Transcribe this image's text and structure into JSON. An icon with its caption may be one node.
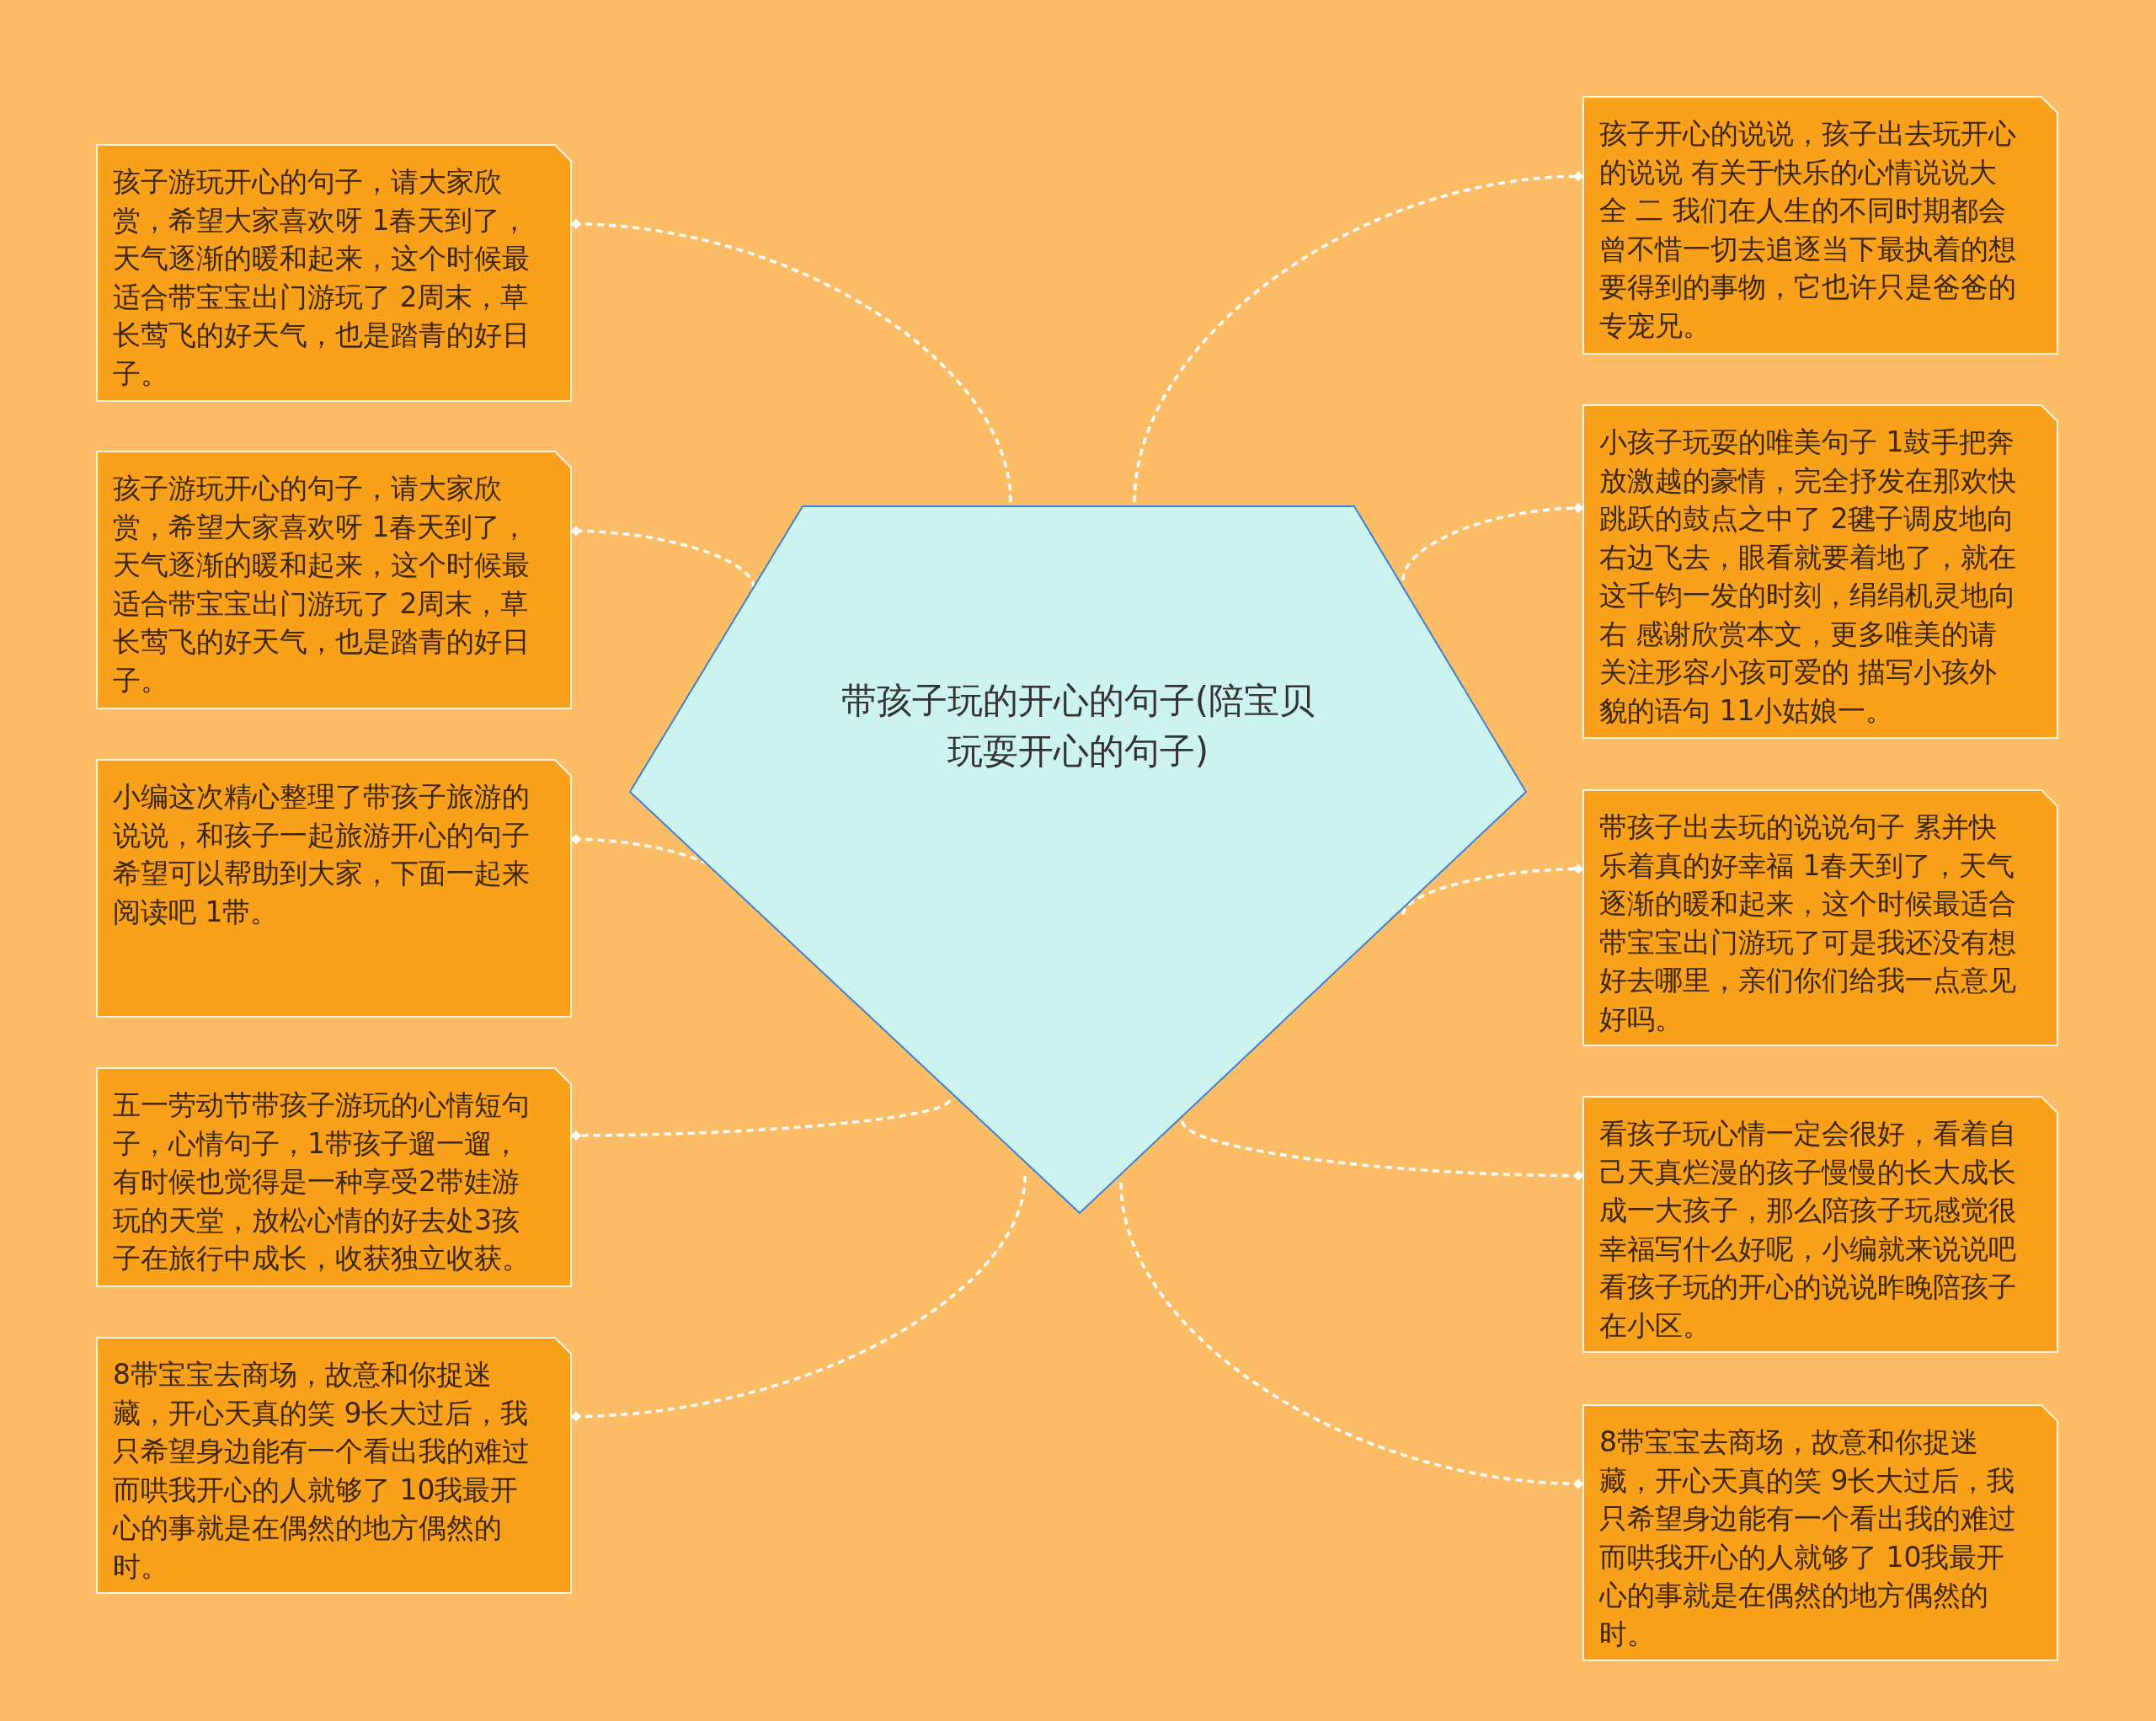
{
  "diagram": {
    "nodes": [
      {
        "text": [
          "带孩子玩的开心的句子(陪宝贝玩耍开心的句子)"
        ]
      },
      {
        "text": [
          "孩子游玩开心的句子，请大家欣赏，希望大家喜欢呀 1春天到了，天气逐渐的暖和起来，这个时候最适合带宝宝出门游玩了 2周末，草长莺飞的好天气，也是踏青的好日子。"
        ]
      },
      {
        "text": [
          "孩子游玩开心的句子，请大家欣赏，希望大家喜欢呀 1春天到了，天气逐渐的暖和起来，这个时候最适合带宝宝出门游玩了 2周末，草长莺飞的好天气，也是踏青的好日子。"
        ]
      },
      {
        "text": [
          "小编这次精心整理了带孩子旅游的说说，和孩子一起旅游开心的句子希望可以帮助到大家，下面一起来阅读吧 1带。"
        ]
      },
      {
        "text": [
          "五一劳动节带孩子游玩的心情短句子，心情句子，1带孩子遛一遛，有时候也觉得是一种享受2带娃游玩的天堂，放松心情的好去处3孩子在旅行中成长，收获独立收获。"
        ]
      },
      {
        "text": [
          "8带宝宝去商场，故意和你捉迷藏，开心天真的笑 9长大过后，我只希望身边能有一个看出我的难过而哄我开心的人就够了 10我最开心的事就是在偶然的地方偶然的时。"
        ]
      },
      {
        "text": [
          "孩子开心的说说，孩子出去玩开心的说说 有关于快乐的心情说说大全 二 我们在人生的不同时期都会曾不惜一切去追逐当下最执着的想要得到的事物，它也许只是爸爸的专宠兄。"
        ]
      },
      {
        "text": [
          "小孩子玩耍的唯美句子 1鼓手把奔放激越的豪情，完全抒发在那欢快跳跃的鼓点之中了 2毽子调皮地向右边飞去，眼看就要着地了，就在这千钧一发的时刻，绢绢机灵地向右 感谢欣赏本文，更多唯美的请关注形容小孩可爱的 描写小孩外貌的语句 11小姑娘一。"
        ]
      },
      {
        "text": [
          "带孩子出去玩的说说句子 累并快乐着真的好幸福 1春天到了，天气逐渐的暖和起来，这个时候最适合带宝宝出门游玩了可是我还没有想好去哪里，亲们你们给我一点意见好吗。"
        ]
      },
      {
        "text": [
          "看孩子玩心情一定会很好，看着自己天真烂漫的孩子慢慢的长大成长成一大孩子，那么陪孩子玩感觉很幸福写什么好呢，小编就来说说吧看孩子玩的开心的说说昨晚陪孩子在小区。"
        ]
      },
      {
        "text": [
          "8带宝宝去商场，故意和你捉迷藏，开心天真的笑 9长大过后，我只希望身边能有一个看出我的难过而哄我开心的人就够了 10我最开心的事就是在偶然的地方偶然的时。"
        ]
      }
    ],
    "edges": [
      {
        "from": 0,
        "to": 1,
        "arrow": "other",
        "style": "dashed"
      },
      {
        "from": 0,
        "to": 2,
        "arrow": "other",
        "style": "dashed"
      },
      {
        "from": 0,
        "to": 3,
        "arrow": "other",
        "style": "dashed"
      },
      {
        "from": 0,
        "to": 4,
        "arrow": "other",
        "style": "dashed"
      },
      {
        "from": 0,
        "to": 5,
        "arrow": "other",
        "style": "dashed"
      },
      {
        "from": 0,
        "to": 6,
        "arrow": "other",
        "style": "dashed"
      },
      {
        "from": 0,
        "to": 7,
        "arrow": "other",
        "style": "dashed"
      },
      {
        "from": 0,
        "to": 8,
        "arrow": "other",
        "style": "dashed"
      },
      {
        "from": 0,
        "to": 9,
        "arrow": "other",
        "style": "dashed"
      },
      {
        "from": 0,
        "to": 10,
        "arrow": "other",
        "style": "dashed"
      }
    ]
  }
}
